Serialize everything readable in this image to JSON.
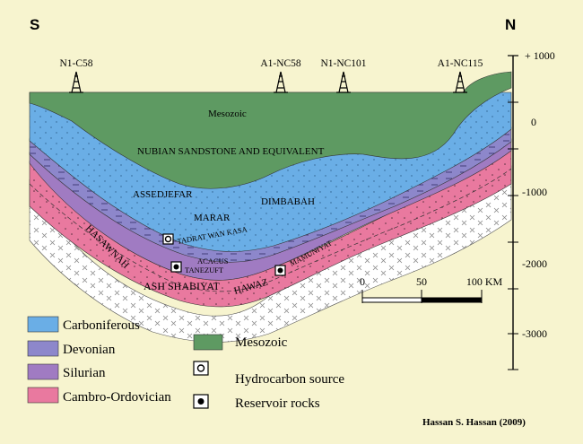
{
  "directions": {
    "south": "S",
    "north": "N"
  },
  "wells": [
    "N1-C58",
    "A1-NC58",
    "N1-NC101",
    "A1-NC115"
  ],
  "depth_axis": {
    "ticks": [
      "+ 1000",
      "0",
      "-1000",
      "-2000",
      "-3000"
    ]
  },
  "formations": {
    "mesozoic": "Mesozoic",
    "nubian": "NUBIAN SANDSTONE AND EQUIVALENT",
    "assedjefar": "ASSEDJEFAR",
    "dimbabah": "DIMBABAH",
    "marar": "MARAR",
    "tadrat": "TADRAT WAN KASA",
    "acacus": "ACACUS",
    "tanezuft": "TANEZUFT",
    "mamuniyat": "MAMUNIYAT",
    "hasawnah": "HASAWNAH",
    "ash_shabiyat": "ASH SHABIYAT",
    "hawaz": "HAWAZ"
  },
  "scale_bar": {
    "labels": [
      "0",
      "50",
      "100 KM"
    ]
  },
  "legend": {
    "carboniferous": "Carboniferous",
    "devonian": "Devonian",
    "silurian": "Silurian",
    "cambro": "Cambro-Ordovician",
    "mesozoic": "Mesozoic",
    "source": "Hydrocarbon source",
    "reservoir": "Reservoir rocks"
  },
  "colors": {
    "background": "#f7f4cf",
    "mesozoic": "#5e9a62",
    "carboniferous": "#6aaee6",
    "devonian": "#8d87cb",
    "silurian": "#a07bc2",
    "cambro_ordovician": "#e9799f",
    "basement": "#ffffff"
  },
  "credit": "Hassan S. Hassan (2009)"
}
